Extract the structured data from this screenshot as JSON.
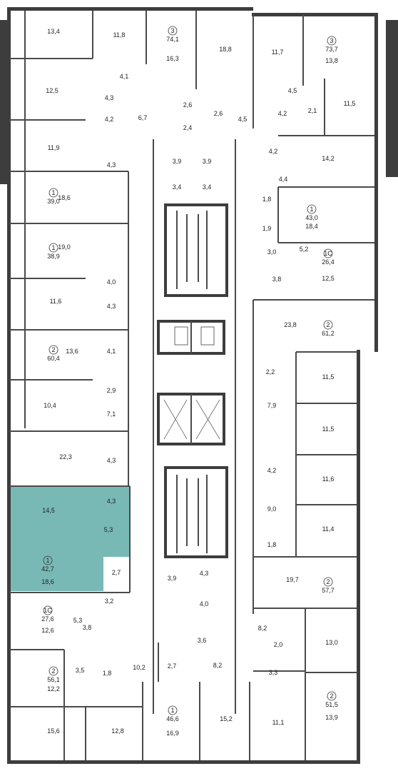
{
  "floor_plan": {
    "highlight_color": "#78b9b6",
    "wall_color": "#3d3d3d",
    "selected_unit": "left-middle",
    "units": [
      {
        "id": "u-top-left-3",
        "rooms": "3",
        "total": "74,1"
      },
      {
        "id": "u-top-right-3",
        "rooms": "3",
        "total": "73,7"
      },
      {
        "id": "u-left-1a",
        "rooms": "1",
        "total": "39,0"
      },
      {
        "id": "u-right-1a",
        "rooms": "1",
        "total": "43,0"
      },
      {
        "id": "u-left-1b",
        "rooms": "1",
        "total": "38,9"
      },
      {
        "id": "u-right-1c",
        "rooms": "1С",
        "total": "26,4"
      },
      {
        "id": "u-right-2a",
        "rooms": "2",
        "total": "61,2"
      },
      {
        "id": "u-left-2a",
        "rooms": "2",
        "total": "60,4"
      },
      {
        "id": "u-left-1-selected",
        "rooms": "1",
        "total": "42,7"
      },
      {
        "id": "u-right-2b",
        "rooms": "2",
        "total": "57,7"
      },
      {
        "id": "u-left-1c",
        "rooms": "1С",
        "total": "27,6"
      },
      {
        "id": "u-left-2b",
        "rooms": "2",
        "total": "56,1"
      },
      {
        "id": "u-right-2c",
        "rooms": "2",
        "total": "51,5"
      },
      {
        "id": "u-bottom-1",
        "rooms": "1",
        "total": "46,6"
      }
    ],
    "room_areas": [
      "13,4",
      "11,8",
      "16,3",
      "18,8",
      "11,7",
      "13,8",
      "12,5",
      "4,1",
      "6,7",
      "2,6",
      "2,6",
      "4,5",
      "4,2",
      "2,1",
      "11,5",
      "4,3",
      "4,2",
      "2,4",
      "4,5",
      "11,9",
      "4,3",
      "3,9",
      "3,9",
      "4,2",
      "14,2",
      "3,4",
      "3,4",
      "4,4",
      "18,6",
      "1,8",
      "18,4",
      "1,9",
      "19,0",
      "3,0",
      "5,2",
      "12,5",
      "3,8",
      "4,0",
      "11,6",
      "4,3",
      "23,8",
      "13,6",
      "4,1",
      "2,2",
      "11,5",
      "2,9",
      "10,4",
      "7,9",
      "7,1",
      "11,5",
      "22,3",
      "4,3",
      "11,6",
      "4,3",
      "14,5",
      "4,2",
      "5,3",
      "9,0",
      "11,4",
      "1,8",
      "18,6",
      "2,7",
      "19,7",
      "3,9",
      "4,3",
      "4,0",
      "3,2",
      "5,3",
      "3,8",
      "12,6",
      "3,6",
      "8,2",
      "13,0",
      "2,0",
      "3,5",
      "1,8",
      "10,2",
      "2,7",
      "8,2",
      "3,3",
      "12,2",
      "15,6",
      "12,8",
      "16,9",
      "15,2",
      "11,1",
      "13,9"
    ]
  }
}
